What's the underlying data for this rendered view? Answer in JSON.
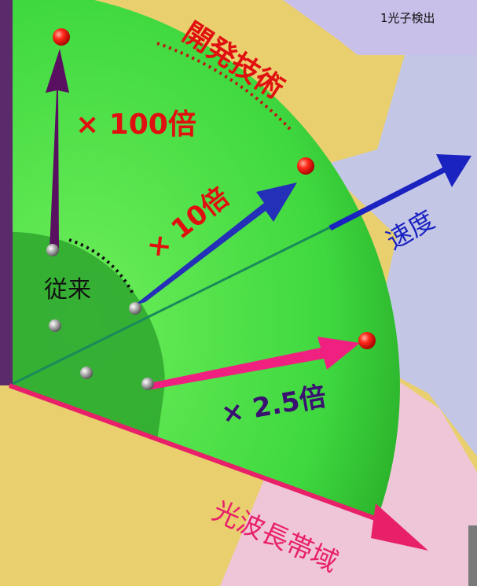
{
  "header_note": "1光子検出",
  "arc_label": "開発技術",
  "core_label": "従来",
  "axes": {
    "top": "",
    "speed": "速度",
    "wavelength": "光波長帯域"
  },
  "multipliers": {
    "vertical": "× 100倍",
    "diagonal": "× 10倍",
    "horizontal": "× 2.5倍"
  },
  "colors": {
    "background": "#e9cf6e",
    "sphere": "#3fd83f",
    "core": "#2ea62e",
    "arrow_purple": "#5a1060",
    "arrow_blue": "#2430b8",
    "arrow_pink": "#f02080",
    "text_red": "#e01010",
    "axis_pink": "#e8206a",
    "axis_blue": "#1a22c0"
  }
}
